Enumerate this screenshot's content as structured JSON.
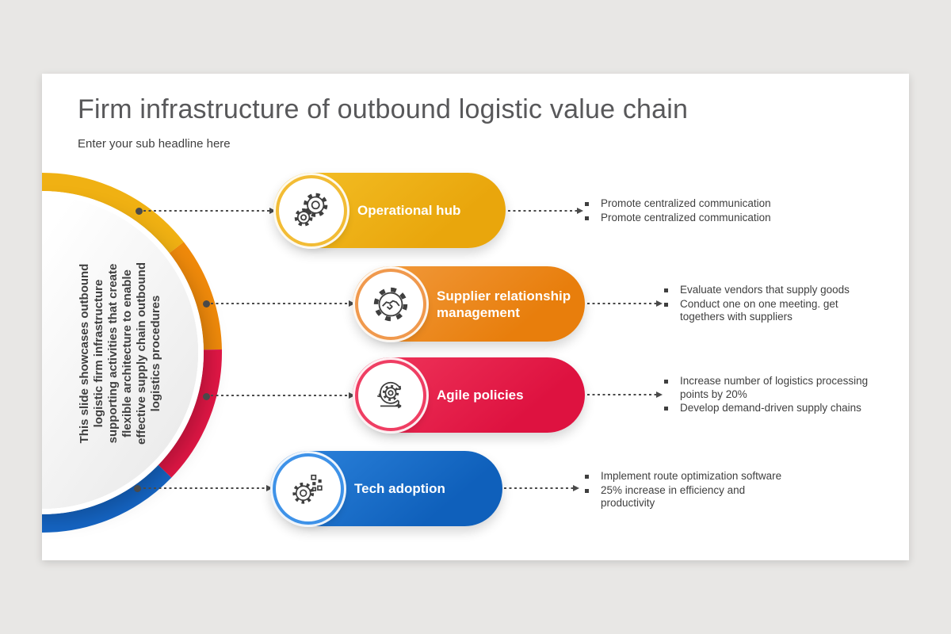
{
  "slide": {
    "title": "Firm infrastructure of outbound logistic value chain",
    "subtitle": "Enter your sub headline here",
    "circle_text": "This slide showcases outbound logistic firm infrastructure supporting activities that create flexible architecture to enable effective supply chain outbound logistics procedures"
  },
  "arc_colors": {
    "gold": "#f0b113",
    "orange": "#f08a0b",
    "red": "#e31746",
    "blue": "#1565c4"
  },
  "items": [
    {
      "title": "Operational hub",
      "icon": "gears-icon",
      "color": "#edab10",
      "bullets": [
        "Promote centralized communication",
        "Promote centralized communication"
      ]
    },
    {
      "title": "Supplier relationship management",
      "icon": "gear-handshake-icon",
      "color": "#ec8815",
      "bullets": [
        "Evaluate vendors that supply goods",
        "Conduct one on one meeting. get togethers with suppliers"
      ]
    },
    {
      "title": "Agile policies",
      "icon": "agile-loop-icon",
      "color": "#e61944",
      "bullets": [
        "Increase number of logistics processing points by 20%",
        "Develop demand-driven supply chains"
      ]
    },
    {
      "title": "Tech adoption",
      "icon": "digital-gear-icon",
      "color": "#1568c5",
      "bullets": [
        "Implement route optimization software",
        "25% increase in efficiency and productivity"
      ]
    }
  ]
}
